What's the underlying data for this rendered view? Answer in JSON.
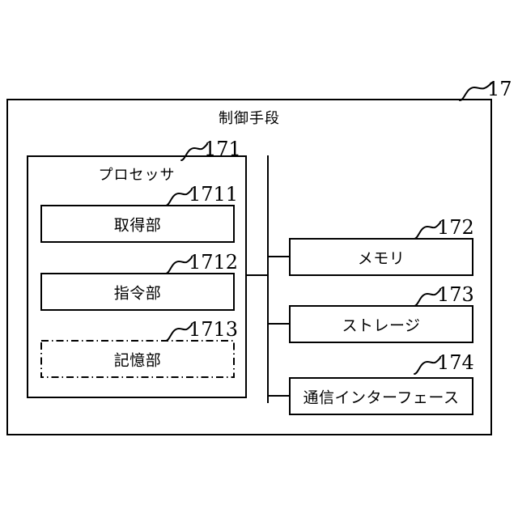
{
  "figure": {
    "type": "patent-block-diagram",
    "language": "ja",
    "background_color": "#ffffff",
    "line_color": "#000000"
  },
  "outer": {
    "ref": "17",
    "title": "制御手段"
  },
  "processor": {
    "ref": "171",
    "title": "プロセッサ",
    "units": [
      {
        "ref": "1711",
        "label": "取得部",
        "border": "solid"
      },
      {
        "ref": "1712",
        "label": "指令部",
        "border": "solid"
      },
      {
        "ref": "1713",
        "label": "記憶部",
        "border": "dash-dot"
      }
    ]
  },
  "peripherals": [
    {
      "ref": "172",
      "label": "メモリ"
    },
    {
      "ref": "173",
      "label": "ストレージ"
    },
    {
      "ref": "174",
      "label": "通信インターフェース"
    }
  ],
  "bus": {
    "name": "internal-bus",
    "orientation": "vertical"
  }
}
